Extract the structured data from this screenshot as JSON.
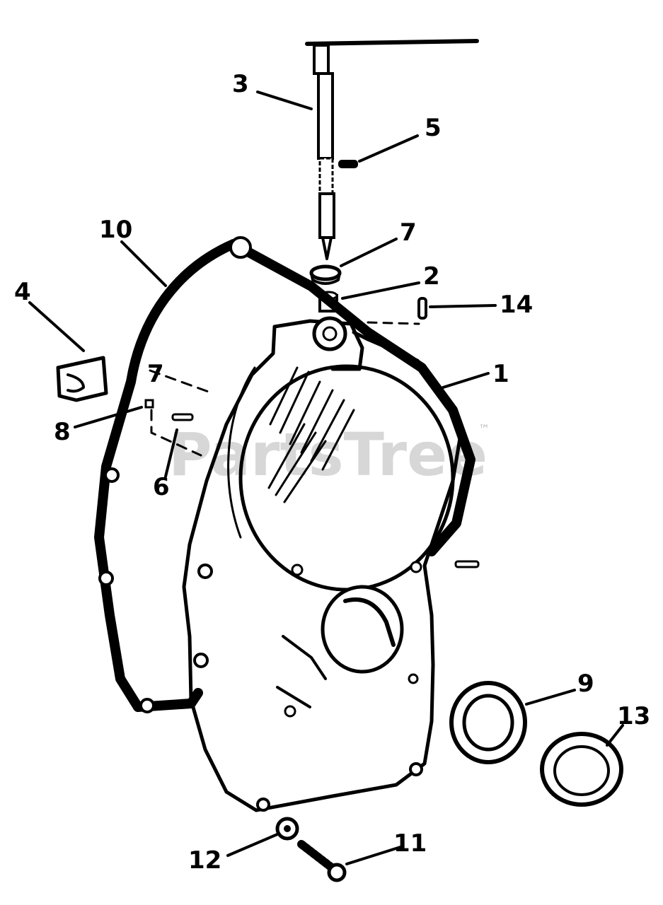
{
  "watermark": {
    "text": "PartsTree",
    "tm": "™"
  },
  "callouts": {
    "c1": "1",
    "c2": "2",
    "c3": "3",
    "c4": "4",
    "c5": "5",
    "c6": "6",
    "c7a": "7",
    "c7b": "7",
    "c8": "8",
    "c9": "9",
    "c10": "10",
    "c11": "11",
    "c12": "12",
    "c13": "13",
    "c14": "14"
  }
}
